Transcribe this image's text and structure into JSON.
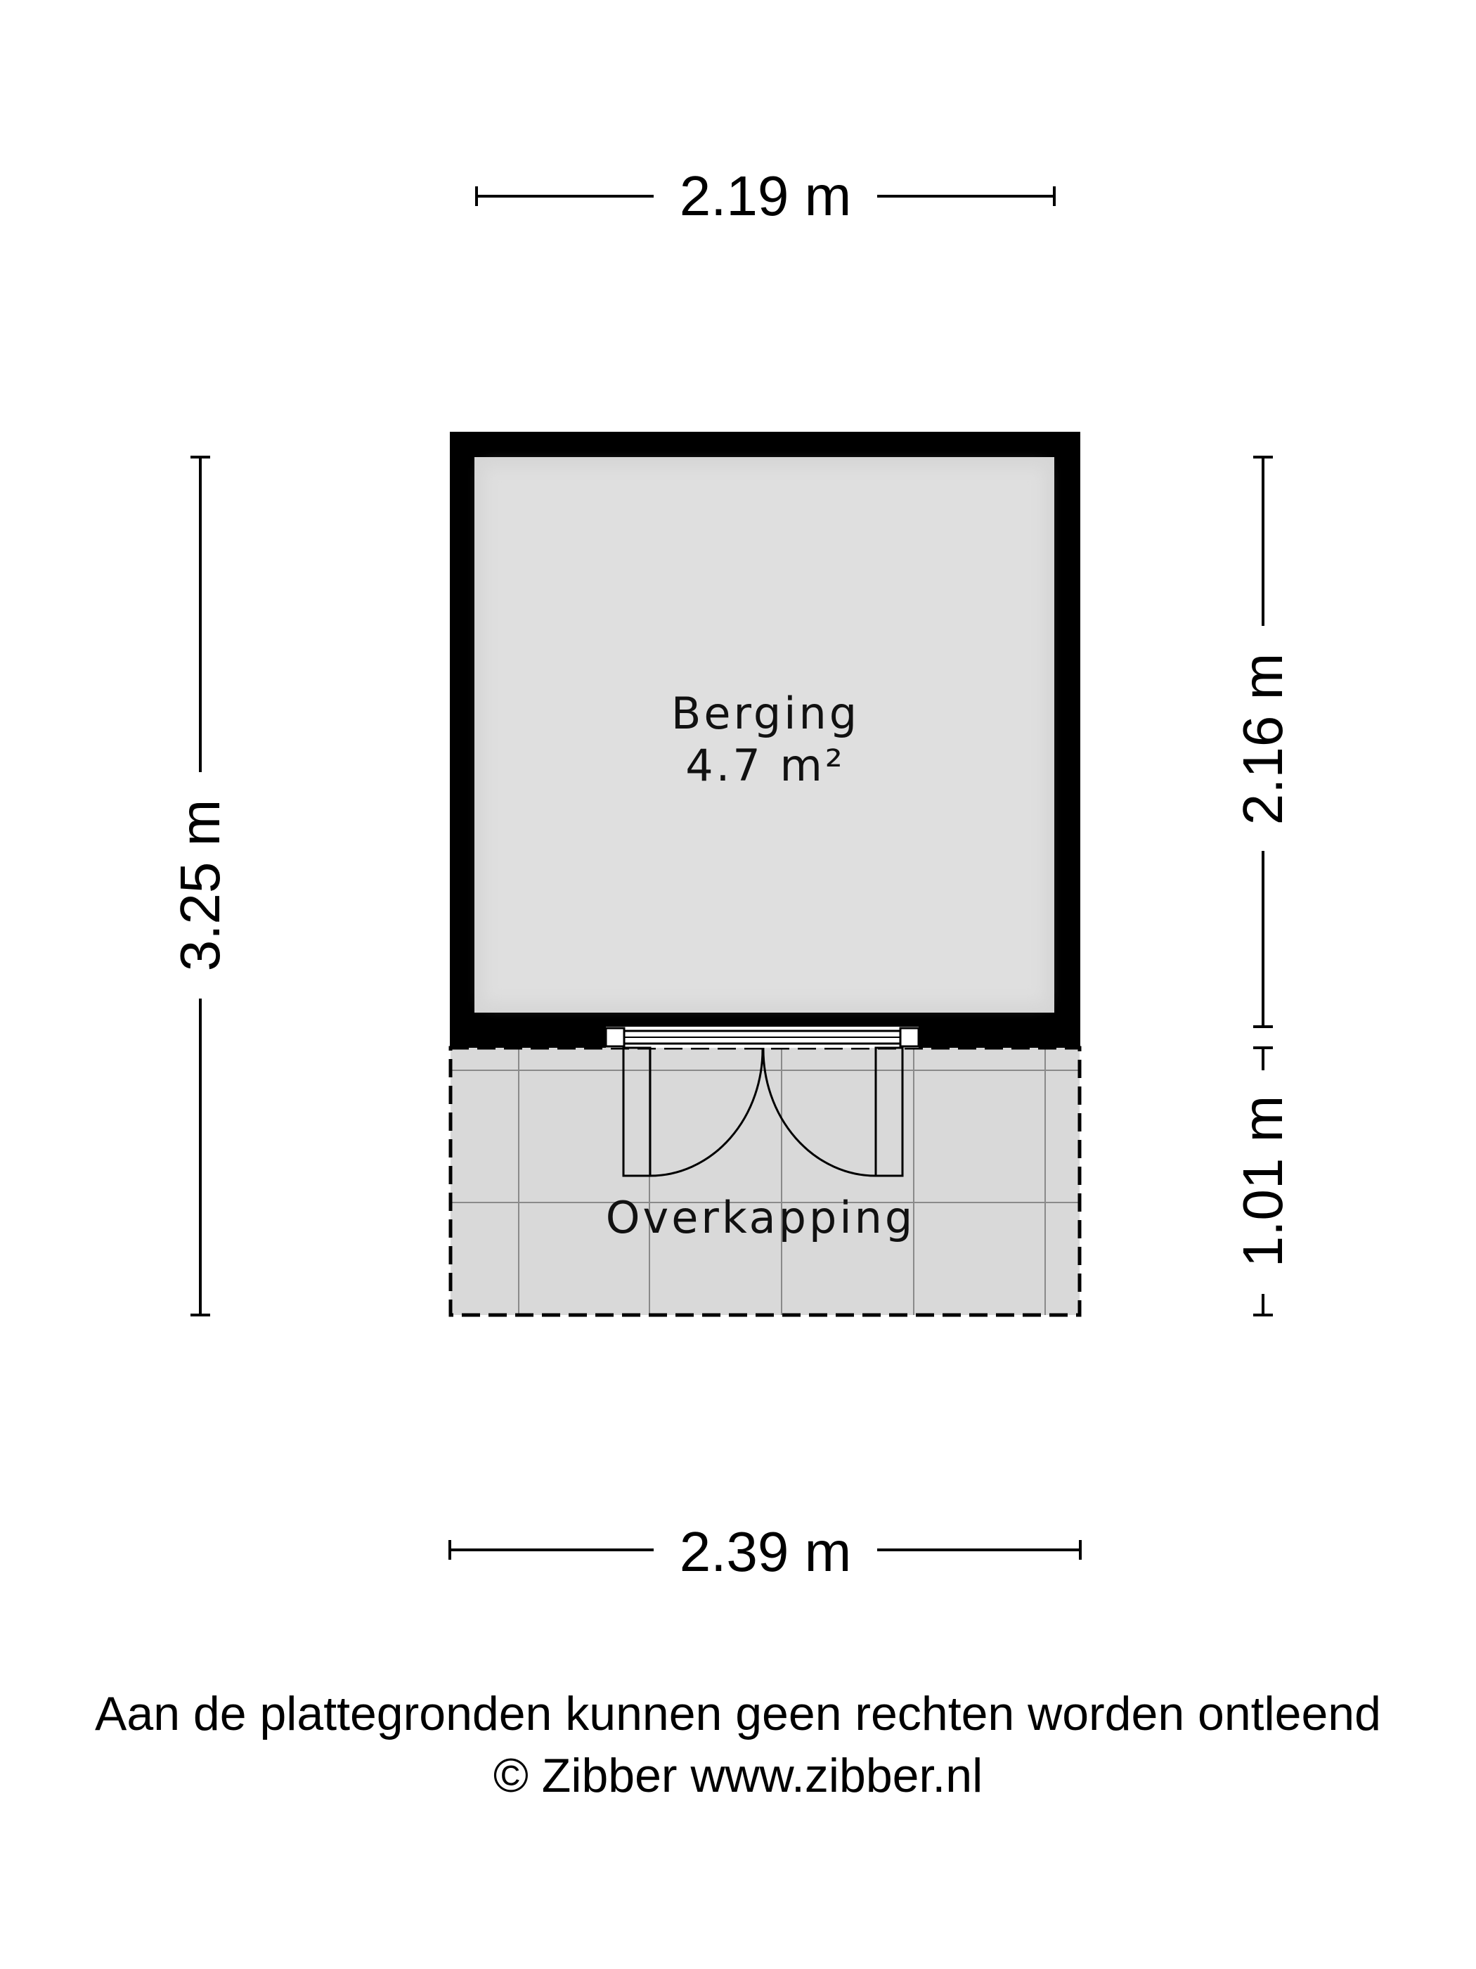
{
  "dimensions": {
    "top": "2.19 m",
    "bottom": "2.39 m",
    "left": "3.25 m",
    "right_upper": "2.16 m",
    "right_lower": "1.01 m"
  },
  "rooms": [
    {
      "name": "Berging",
      "area": "4.7 m²"
    },
    {
      "name": "Overkapping"
    }
  ],
  "footer": {
    "disclaimer": "Aan de plattegronden kunnen geen rechten worden ontleend",
    "copyright": "© Zibber www.zibber.nl"
  },
  "colors": {
    "wall": "#000000",
    "floor": "#d9d9d9",
    "background": "#ffffff"
  }
}
